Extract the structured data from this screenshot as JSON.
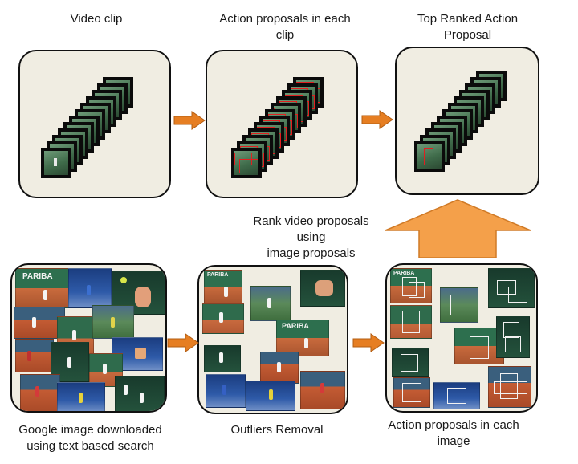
{
  "labels": {
    "video_clip": "Video clip",
    "action_proposals_clip_line1": "Action proposals in each",
    "action_proposals_clip_line2": "clip",
    "top_ranked_line1": "Top Ranked Action",
    "top_ranked_line2": "Proposal",
    "rank_line1": "Rank video proposals using",
    "rank_line2": "image proposals",
    "google_line1": "Google image downloaded",
    "google_line2": "using text based search",
    "outliers": "Outliers Removal",
    "action_proposals_image_line1": "Action proposals in each",
    "action_proposals_image_line2": "image"
  },
  "colors": {
    "panel_bg": "#f0ede2",
    "arrow": "#e67e22",
    "big_arrow": "#f4a04a",
    "proposal_box": "#e02020",
    "ranked_box": "#d6f0c4"
  },
  "photo_text": {
    "paribas": "PARIBA"
  }
}
